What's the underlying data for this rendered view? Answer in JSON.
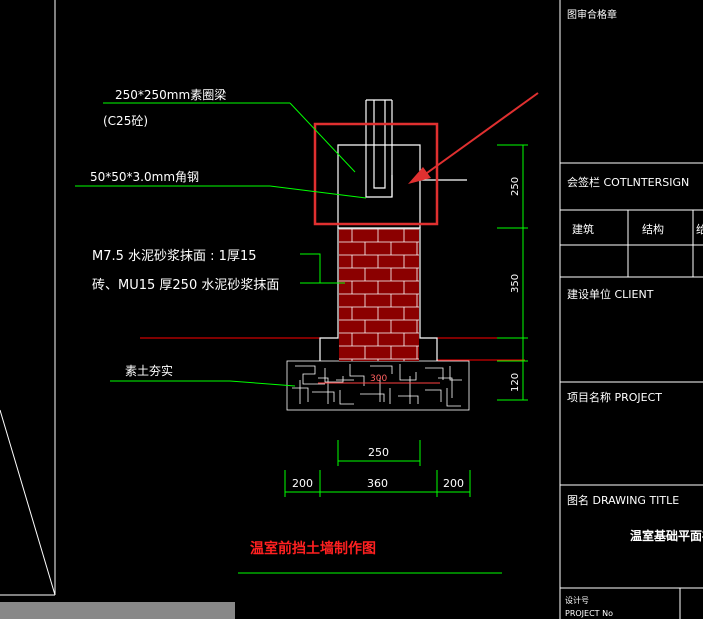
{
  "colors": {
    "background": "#000000",
    "line_white": "#ffffff",
    "line_green": "#00ff00",
    "line_red": "#ff0000",
    "brick": "#8b0000",
    "highlight": "#e03030",
    "text_yellow": "#ffff00",
    "text_red": "#ff2020"
  },
  "annotations": {
    "beam": "250*250mm素圈梁",
    "concrete": "(C25砼)",
    "angle_steel": "50*50*3.0mm角钢",
    "mortar": "M7.5   水泥砂浆抹面 : 1厚15",
    "brick": "砖、MU15   厚250   水泥砂浆抹面",
    "soil": "素土夯实",
    "gravel_dim": "300"
  },
  "dimensions": {
    "d250_v": "250",
    "d350_v": "350",
    "d120_v": "120",
    "d250_h": "250",
    "d200_left": "200",
    "d360": "360",
    "d200_right": "200"
  },
  "drawing_caption": "温室前挡土墙制作图",
  "title_block": {
    "review": "图审合格章",
    "cosign": "会签栏 COTLNTERSIGN",
    "col_arch": "建筑",
    "col_struct": "结构",
    "col_more": "给",
    "client": "建设单位 CLIENT",
    "project": "项目名称 PROJECT",
    "drawing_title": "图名 DRAWING TITLE",
    "drawing_name": "温室基础平面布置",
    "project_no_cn": "设计号",
    "project_no_en": "PROJECT No"
  }
}
